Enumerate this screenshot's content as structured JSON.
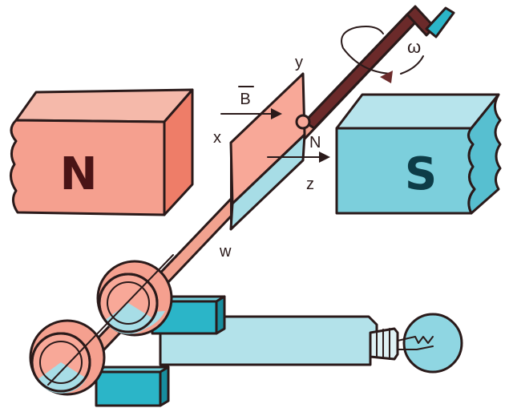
{
  "diagram": {
    "magnets": {
      "north": {
        "label": "N",
        "color": "#f5a08f"
      },
      "south": {
        "label": "S",
        "color": "#7ccfdc"
      }
    },
    "loop": {
      "corner_labels": [
        "x",
        "y",
        "z",
        "w"
      ],
      "normal_label": "N",
      "color_red": "#f8a898",
      "color_blue": "#a7dde6"
    },
    "field_label": "B",
    "angular_velocity_label": "ω",
    "axle_color": "#6b2a2a",
    "handle_color": "#2bb5c8",
    "bulb_color": "#8fd6e2",
    "wire_color": "#b3e2ea"
  }
}
